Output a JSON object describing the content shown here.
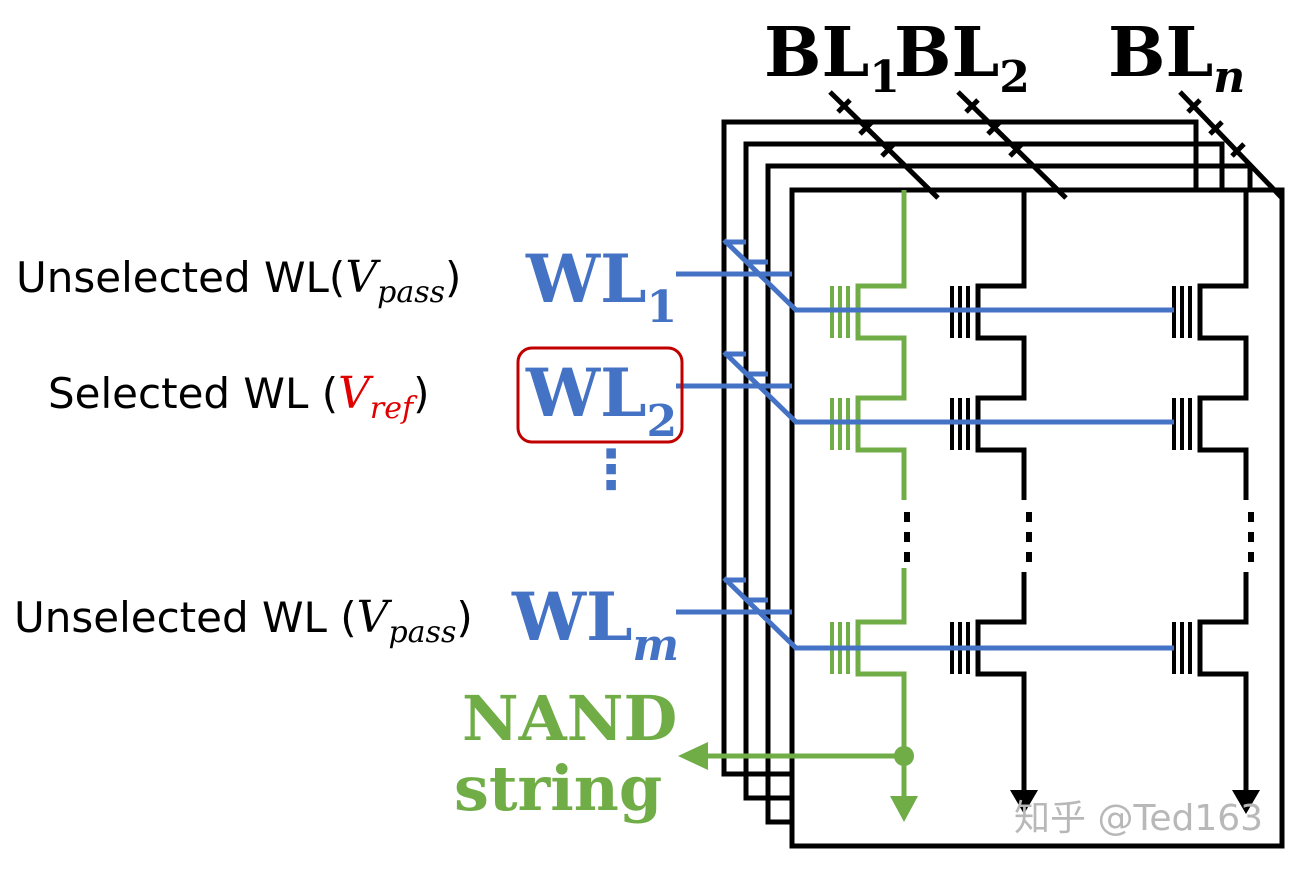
{
  "colors": {
    "wordline": "#4472C4",
    "nand_string": "#70AD47",
    "selected_highlight": "#C00000",
    "wire": "#000000"
  },
  "bitlines": [
    {
      "base": "BL",
      "sub": "1"
    },
    {
      "base": "BL",
      "sub": "2"
    },
    {
      "base": "BL",
      "sub": "n"
    }
  ],
  "wordlines": [
    {
      "base": "WL",
      "sub": "1",
      "state_text": "Unselected WL(",
      "voltage": "V",
      "voltage_sub": "pass",
      "close": ")"
    },
    {
      "base": "WL",
      "sub": "2",
      "state_text": "Selected WL (",
      "voltage": "V",
      "voltage_sub": "ref",
      "close": ")"
    },
    {
      "base": "WL",
      "sub": "m",
      "state_text": "Unselected WL (",
      "voltage": "V",
      "voltage_sub": "pass",
      "close": ")"
    }
  ],
  "ellipsis": "⋮",
  "nand_label": {
    "line1": "NAND",
    "line2": "string"
  },
  "watermark": "知乎 @Ted163"
}
